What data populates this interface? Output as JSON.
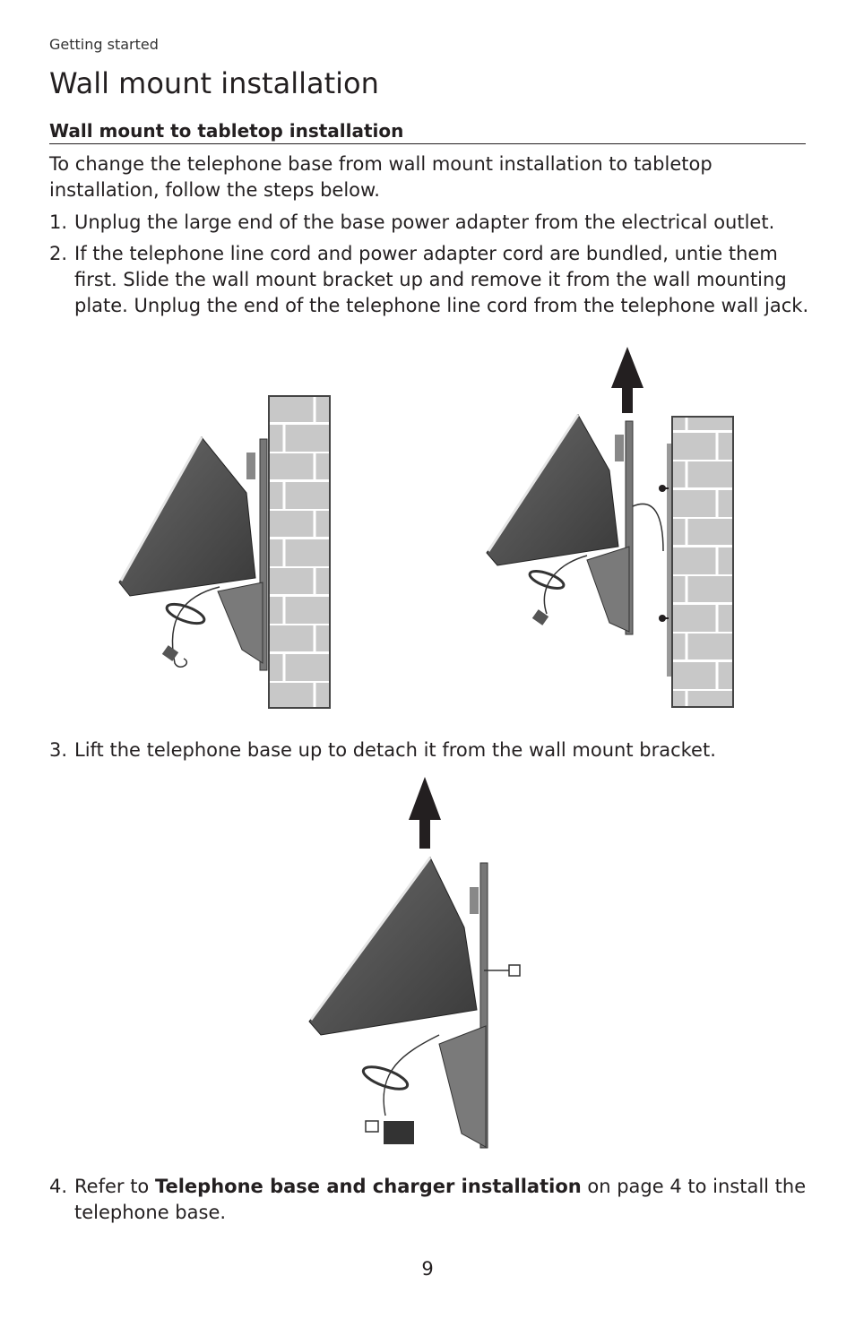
{
  "header": {
    "section": "Getting started"
  },
  "title": "Wall mount installation",
  "subheading": "Wall mount to tabletop installation",
  "intro": "To change the telephone base from wall mount installation to tabletop installation, follow the steps below.",
  "steps": [
    {
      "num": "1.",
      "text": "Unplug the large end of the base power adapter from the electrical outlet."
    },
    {
      "num": "2.",
      "text": "If the telephone line cord and power adapter cord are bundled, untie them first. Slide the wall mount bracket up and remove it from the wall mounting plate. Unplug the end of the telephone line cord from the telephone wall jack."
    },
    {
      "num": "3.",
      "text": "Lift the telephone base up to detach it from the wall mount bracket."
    },
    {
      "num": "4.",
      "pre": "Refer to ",
      "bold": "Telephone base and charger installation",
      "post": " on page 4 to install the telephone base."
    }
  ],
  "footer": {
    "page_number": "9"
  }
}
